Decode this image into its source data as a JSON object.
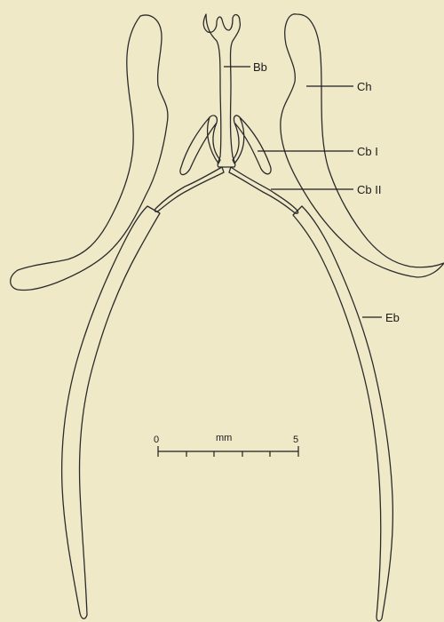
{
  "labels": {
    "bb": "Bb",
    "ch": "Ch",
    "cb1": "Cb I",
    "cb2": "Cb II",
    "eb": "Eb"
  },
  "scale_bar": {
    "start": "0",
    "unit": "mm",
    "end": "5"
  },
  "colors": {
    "background": "#efe9c8",
    "ink": "#2b2b2b"
  }
}
